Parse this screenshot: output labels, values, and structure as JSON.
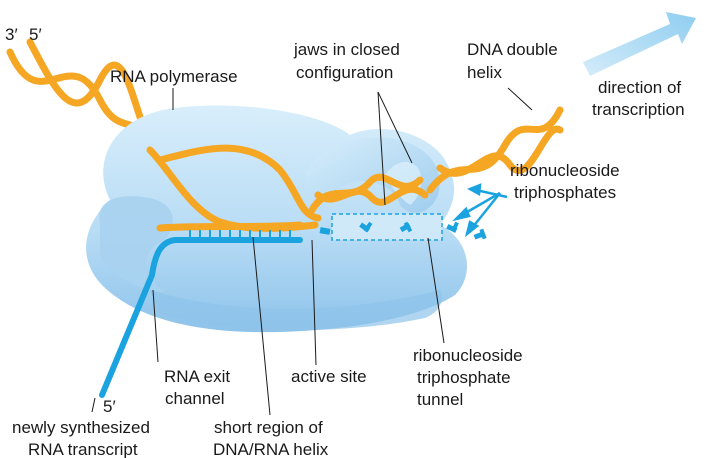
{
  "colors": {
    "polymerase_body": "#b8dcf5",
    "polymerase_shade": "#8ec3ea",
    "polymerase_light": "#d8eefb",
    "dna_strand": "#f5a623",
    "rna_strand": "#1ba3e0",
    "direction_arrow": "#a9d8f3",
    "leader_line": "#1a1a1a",
    "label_text": "#1a1a1a"
  },
  "labels": {
    "end_3prime_top": "3′",
    "end_5prime_top": "5′",
    "rna_polymerase": "RNA polymerase",
    "jaws_line1": "jaws in closed",
    "jaws_line2": "configuration",
    "dna_helix_line1": "DNA double",
    "dna_helix_line2": "helix",
    "direction_line1": "direction of",
    "direction_line2": "transcription",
    "ntp_line1": "ribonucleoside",
    "ntp_line2": "triphosphates",
    "rna_exit_line1": "RNA exit",
    "rna_exit_line2": "channel",
    "active_site": "active site",
    "tunnel_line1": "ribonucleoside",
    "tunnel_line2": "triphosphate",
    "tunnel_line3": "tunnel",
    "end_5prime_rna": "5′",
    "new_rna_line1": "newly synthesized",
    "new_rna_line2": "RNA transcript",
    "hybrid_line1": "short region of",
    "hybrid_line2": "DNA/RNA helix"
  }
}
